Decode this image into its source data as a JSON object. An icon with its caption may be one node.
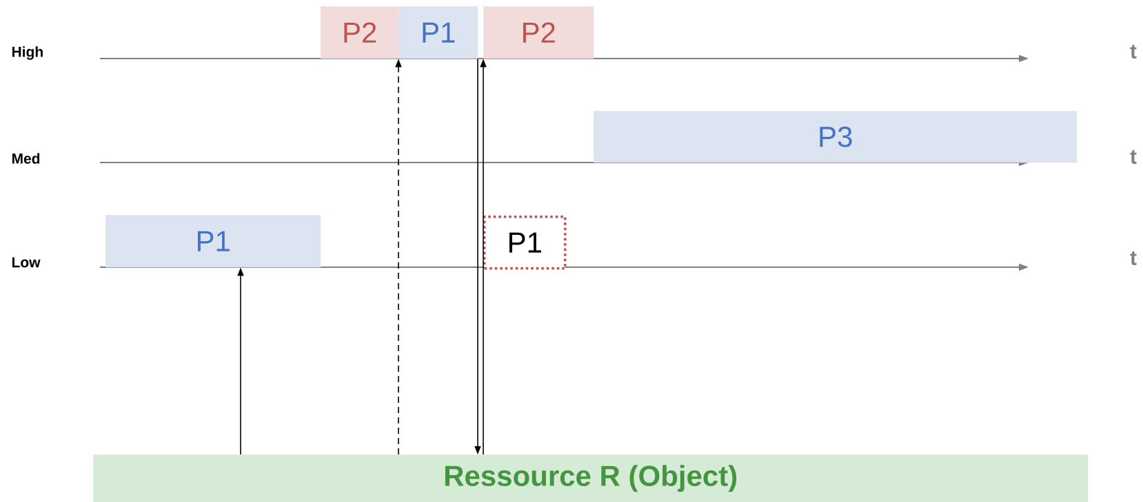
{
  "diagram": {
    "nodes": [
      {
        "text": [
          "P2"
        ]
      },
      {
        "text": [
          "P1"
        ]
      },
      {
        "text": [
          "P2"
        ]
      },
      {
        "text": [
          "P3"
        ]
      },
      {
        "text": [
          "P1"
        ]
      },
      {
        "text": [
          "P1"
        ]
      },
      {
        "text": [
          "Ressource R (Object)"
        ]
      }
    ],
    "edges": [
      {
        "from": 6,
        "to": 4,
        "arrow": "to"
      },
      {
        "from": 6,
        "to": 1,
        "arrow": "to",
        "style": "dashed"
      },
      {
        "from": 1,
        "to": 6,
        "arrow": "to"
      },
      {
        "from": 6,
        "to": 2,
        "arrow": "to"
      }
    ],
    "labels": [
      "High",
      "t",
      "Med",
      "t",
      "Low",
      "t"
    ]
  }
}
